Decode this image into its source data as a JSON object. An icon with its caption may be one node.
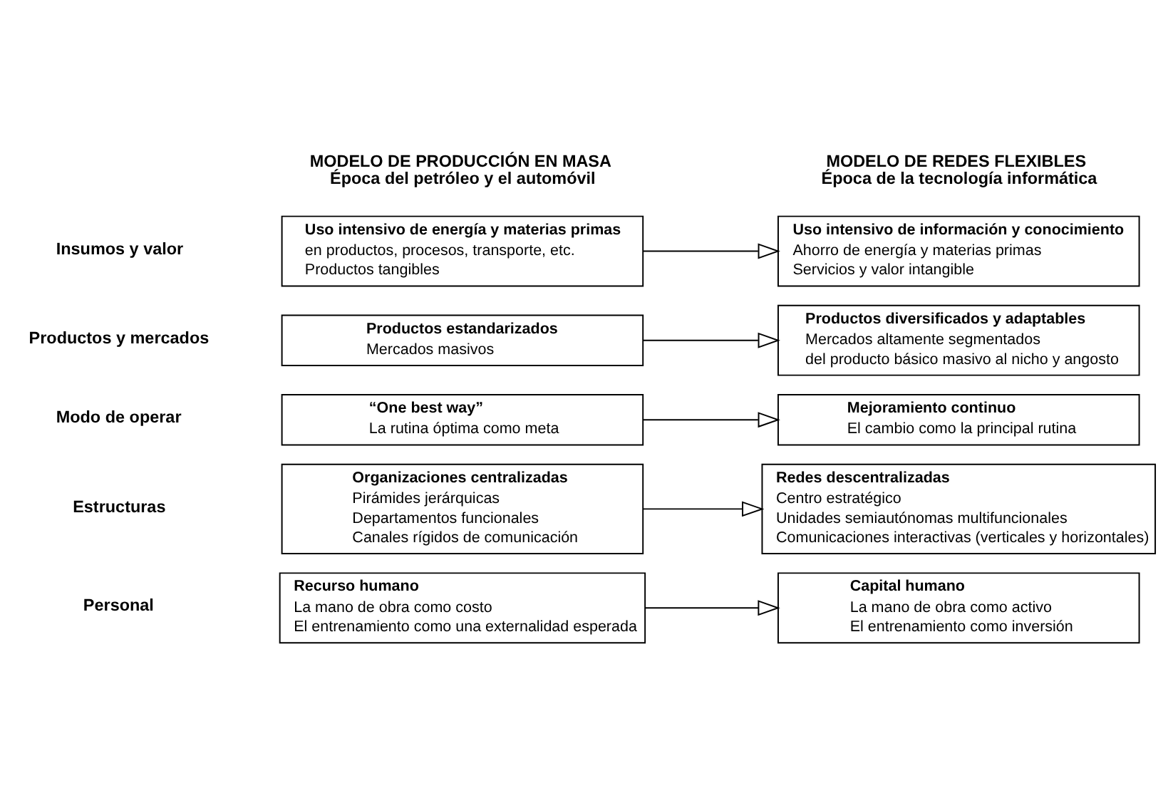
{
  "diagram": {
    "nodes": [
      {
        "text": [
          "Uso intensivo de energía y materias primas",
          "en productos, procesos, transporte, etc.",
          "Productos tangibles"
        ]
      },
      {
        "text": [
          "Uso intensivo de información y conocimiento",
          "Ahorro de energía y materias primas",
          "Servicios y valor intangible"
        ]
      },
      {
        "text": [
          "Productos estandarizados",
          "Mercados masivos"
        ]
      },
      {
        "text": [
          "Productos diversificados y adaptables",
          "Mercados altamente segmentados",
          "del producto básico masivo al nicho y angosto"
        ]
      },
      {
        "text": [
          "“One best way”",
          "La rutina óptima como meta"
        ]
      },
      {
        "text": [
          "Mejoramiento continuo",
          "El cambio como la principal rutina"
        ]
      },
      {
        "text": [
          "Organizaciones centralizadas",
          "Pirámides jerárquicas",
          "Departamentos funcionales",
          "Canales rígidos de comunicación"
        ]
      },
      {
        "text": [
          "Redes descentralizadas",
          "Centro estratégico",
          "Unidades semiautónomas multifuncionales",
          "Comunicaciones interactivas (verticales y horizontales)"
        ]
      },
      {
        "text": [
          "Recurso humano",
          "La mano de obra como costo",
          "El entrenamiento como una externalidad esperada"
        ]
      },
      {
        "text": [
          "Capital humano",
          "La mano de obra como activo",
          "El entrenamiento como inversión"
        ]
      }
    ],
    "edges": [
      {
        "from": 0,
        "to": 1,
        "arrow": "to"
      },
      {
        "from": 2,
        "to": 3,
        "arrow": "to"
      },
      {
        "from": 4,
        "to": 5,
        "arrow": "to"
      },
      {
        "from": 6,
        "to": 7,
        "arrow": "to"
      },
      {
        "from": 8,
        "to": 9,
        "arrow": "to"
      }
    ],
    "labels": [
      "MODELO DE PRODUCCIÓN EN MASA",
      "Época del petróleo y el automóvil",
      "MODELO DE REDES FLEXIBLES",
      "Época de la tecnología informática",
      "Insumos y valor",
      "Productos y mercados",
      "Modo de operar",
      "Estructuras",
      "Personal"
    ]
  }
}
